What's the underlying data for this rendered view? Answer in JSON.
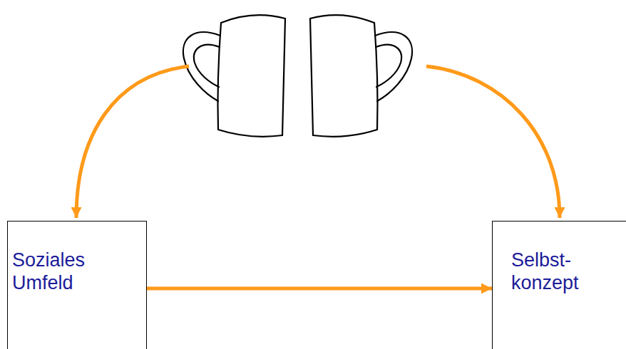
{
  "diagram": {
    "nodes": [
      {
        "text": [
          "Soziales Umfeld"
        ]
      },
      {
        "text": [
          "Selbst- konzept"
        ]
      }
    ],
    "edges": [
      {
        "from": 0,
        "to": 1,
        "arrow": "to"
      }
    ]
  }
}
